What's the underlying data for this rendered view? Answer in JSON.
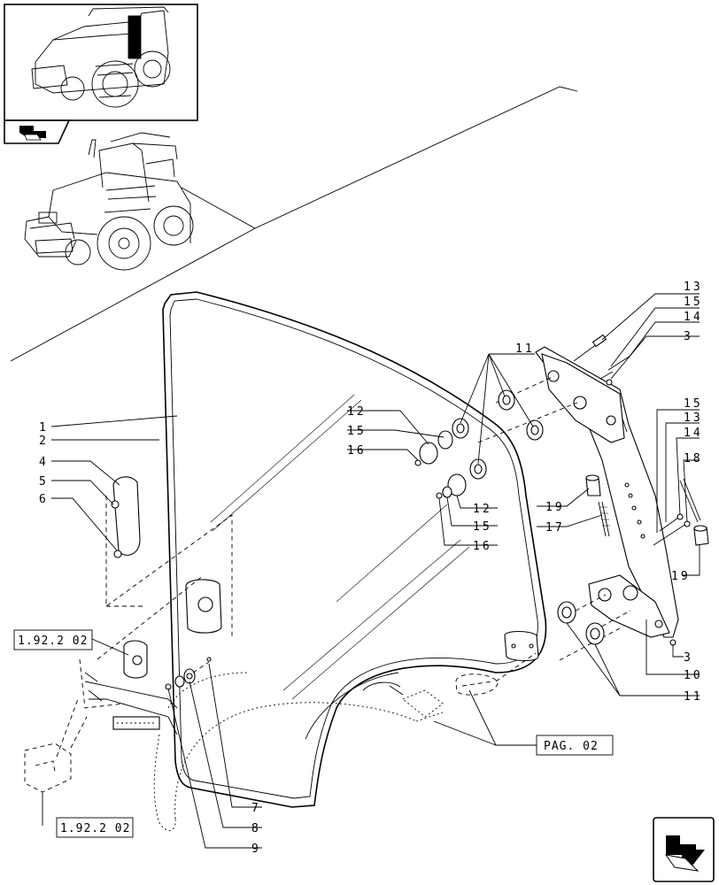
{
  "callouts": {
    "c1": "1",
    "c2": "2",
    "c4": "4",
    "c5": "5",
    "c6": "6",
    "c7": "7",
    "c8": "8",
    "c9": "9",
    "c10": "10",
    "c11a": "11",
    "c11b": "11",
    "c12a": "12",
    "c15a": "15",
    "c16a": "16",
    "c12b": "12",
    "c15b": "15",
    "c16b": "16",
    "c13a": "13",
    "c15c": "15",
    "c14a": "14",
    "c3a": "3",
    "c15d": "15",
    "c13b": "13",
    "c14b": "14",
    "c18": "18",
    "c19a": "19",
    "c17": "17",
    "c19b": "19",
    "c3b": "3"
  },
  "references": {
    "ref_upper": "1.92.2 02",
    "ref_lower": "1.92.2 02",
    "ref_page": "PAG. 02"
  },
  "icons": {
    "thumbnail_nav": "nav-arrow-icon",
    "corner_nav": "page-forward-icon"
  }
}
